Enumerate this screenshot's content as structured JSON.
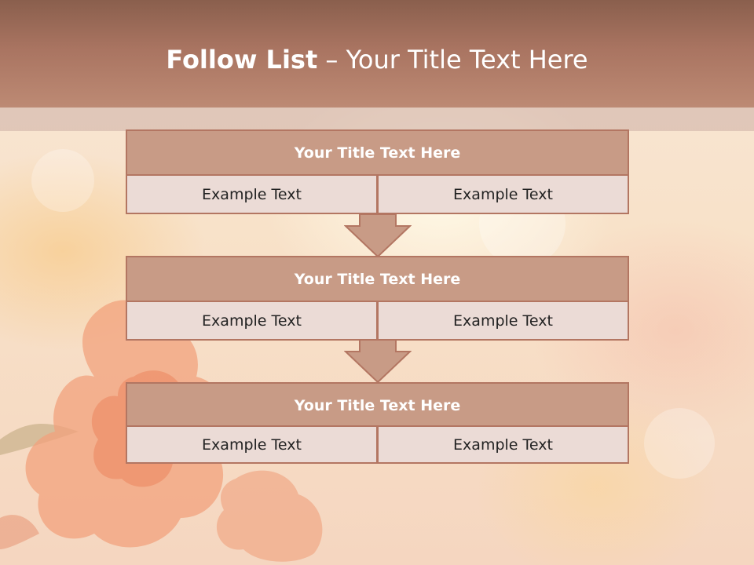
{
  "colors": {
    "header_band": "#a97461",
    "block_title_fill": "#c89b86",
    "block_border": "#b37662",
    "cell_fill": "#ebdbd6",
    "arrow_fill": "#c89b86"
  },
  "header": {
    "title_bold": "Follow List",
    "title_rest": " – Your Title Text Here"
  },
  "steps": [
    {
      "title": "Your Title Text Here",
      "left": "Example Text",
      "right": "Example Text"
    },
    {
      "title": "Your Title Text Here",
      "left": "Example Text",
      "right": "Example Text"
    },
    {
      "title": "Your Title Text Here",
      "left": "Example Text",
      "right": "Example Text"
    }
  ],
  "arrows": [
    {
      "icon": "down-arrow-icon"
    },
    {
      "icon": "down-arrow-icon"
    }
  ]
}
